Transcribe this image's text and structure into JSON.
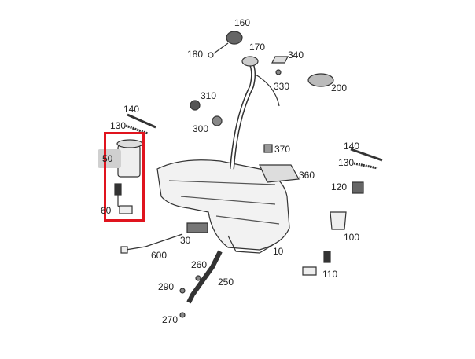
{
  "diagram": {
    "part_numbers": [
      "160",
      "170",
      "180",
      "340",
      "330",
      "200",
      "310",
      "300",
      "140",
      "130",
      "370",
      "50",
      "360",
      "140",
      "130",
      "120",
      "60",
      "30",
      "100",
      "600",
      "10",
      "260",
      "110",
      "250",
      "290",
      "270"
    ],
    "highlight_color": "#e0141e",
    "selected_parts": [
      "50",
      "60"
    ]
  }
}
